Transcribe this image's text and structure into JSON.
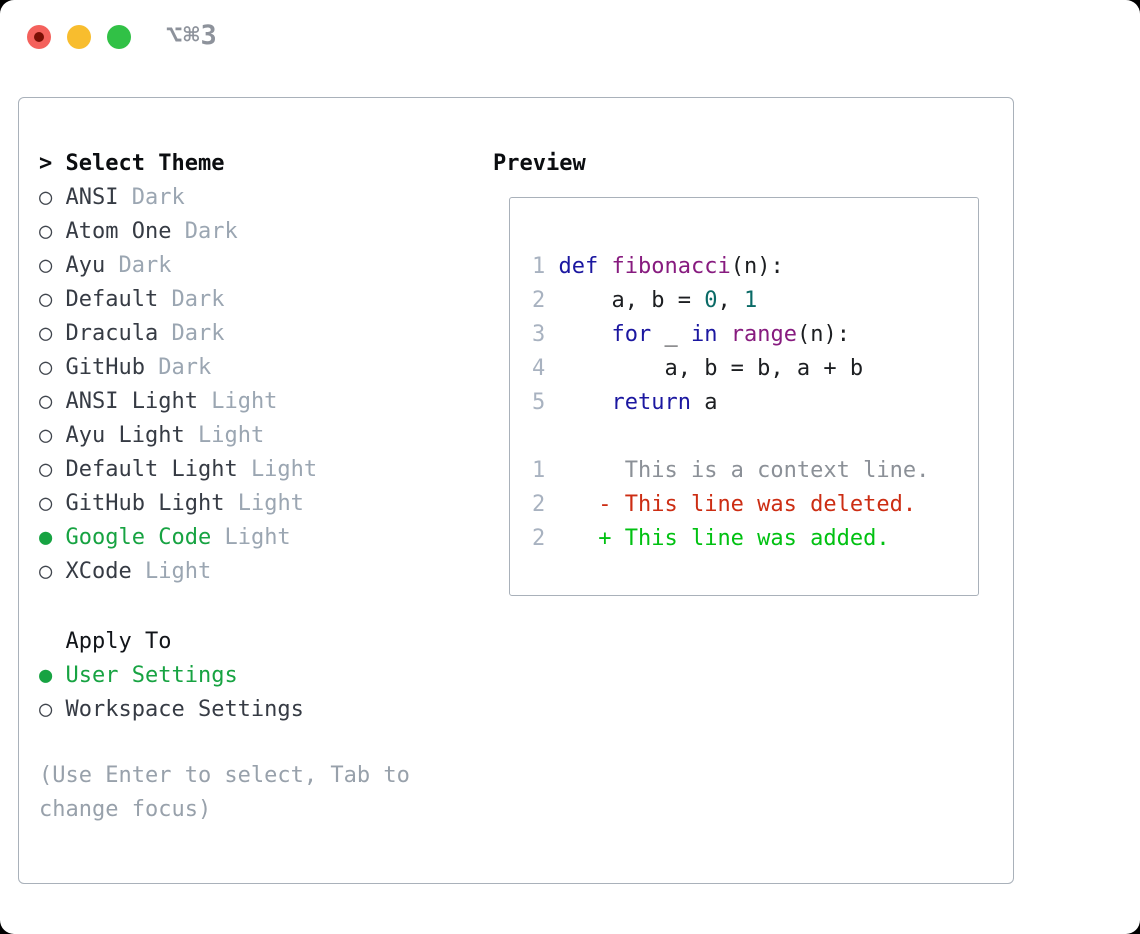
{
  "window": {
    "shortcut": "⌥⌘3",
    "traffic_lights": [
      "close",
      "minimize",
      "zoom"
    ]
  },
  "theme_picker": {
    "title_prefix": ">",
    "title": "Select Theme",
    "items": [
      {
        "name": "ANSI",
        "variant": "Dark",
        "selected": false
      },
      {
        "name": "Atom One",
        "variant": "Dark",
        "selected": false
      },
      {
        "name": "Ayu",
        "variant": "Dark",
        "selected": false
      },
      {
        "name": "Default",
        "variant": "Dark",
        "selected": false
      },
      {
        "name": "Dracula",
        "variant": "Dark",
        "selected": false
      },
      {
        "name": "GitHub",
        "variant": "Dark",
        "selected": false
      },
      {
        "name": "ANSI Light",
        "variant": "Light",
        "selected": false
      },
      {
        "name": "Ayu Light",
        "variant": "Light",
        "selected": false
      },
      {
        "name": "Default Light",
        "variant": "Light",
        "selected": false
      },
      {
        "name": "GitHub Light",
        "variant": "Light",
        "selected": false
      },
      {
        "name": "Google Code",
        "variant": "Light",
        "selected": true
      },
      {
        "name": "XCode",
        "variant": "Light",
        "selected": false
      }
    ],
    "apply_to": {
      "title": "Apply To",
      "options": [
        {
          "name": "User Settings",
          "selected": true
        },
        {
          "name": "Workspace Settings",
          "selected": false
        }
      ]
    },
    "hint": "(Use Enter to select, Tab to change focus)"
  },
  "preview": {
    "title": "Preview",
    "code_lines": [
      {
        "num": "1",
        "tokens": [
          {
            "t": "def",
            "c": "kw"
          },
          {
            "t": " ",
            "c": "pl"
          },
          {
            "t": "fibonacci",
            "c": "fn"
          },
          {
            "t": "(n):",
            "c": "pl"
          }
        ]
      },
      {
        "num": "2",
        "tokens": [
          {
            "t": "    a, b = ",
            "c": "pl"
          },
          {
            "t": "0",
            "c": "num"
          },
          {
            "t": ", ",
            "c": "pl"
          },
          {
            "t": "1",
            "c": "num"
          }
        ]
      },
      {
        "num": "3",
        "tokens": [
          {
            "t": "    ",
            "c": "pl"
          },
          {
            "t": "for",
            "c": "kw"
          },
          {
            "t": " _ ",
            "c": "pl"
          },
          {
            "t": "in",
            "c": "kw"
          },
          {
            "t": " ",
            "c": "pl"
          },
          {
            "t": "range",
            "c": "fn"
          },
          {
            "t": "(n):",
            "c": "pl"
          }
        ]
      },
      {
        "num": "4",
        "tokens": [
          {
            "t": "        a, b = b, a + b",
            "c": "pl"
          }
        ]
      },
      {
        "num": "5",
        "tokens": [
          {
            "t": "    ",
            "c": "pl"
          },
          {
            "t": "return",
            "c": "kw"
          },
          {
            "t": " a",
            "c": "pl"
          }
        ]
      }
    ],
    "diff_lines": [
      {
        "num": "1",
        "marker": " ",
        "kind": "context",
        "text": "This is a context line."
      },
      {
        "num": "2",
        "marker": "-",
        "kind": "deleted",
        "text": "This line was deleted."
      },
      {
        "num": "2",
        "marker": "+",
        "kind": "added",
        "text": "This line was added."
      }
    ]
  },
  "colors": {
    "selected_green": "#17a342",
    "diff_added": "#01c112",
    "diff_deleted": "#cc2d13",
    "diff_context": "#8b9097",
    "keyword_blue": "#1b17a0",
    "name_purple": "#871b7f",
    "literal_teal": "#0a6a66",
    "line_number_gray": "#a8b2c0",
    "muted_gray": "#9ba6b2",
    "panel_border": "#a9b1ba",
    "traffic_red": "#f4615c",
    "traffic_yellow": "#f8bd2e",
    "traffic_green": "#31c146"
  }
}
